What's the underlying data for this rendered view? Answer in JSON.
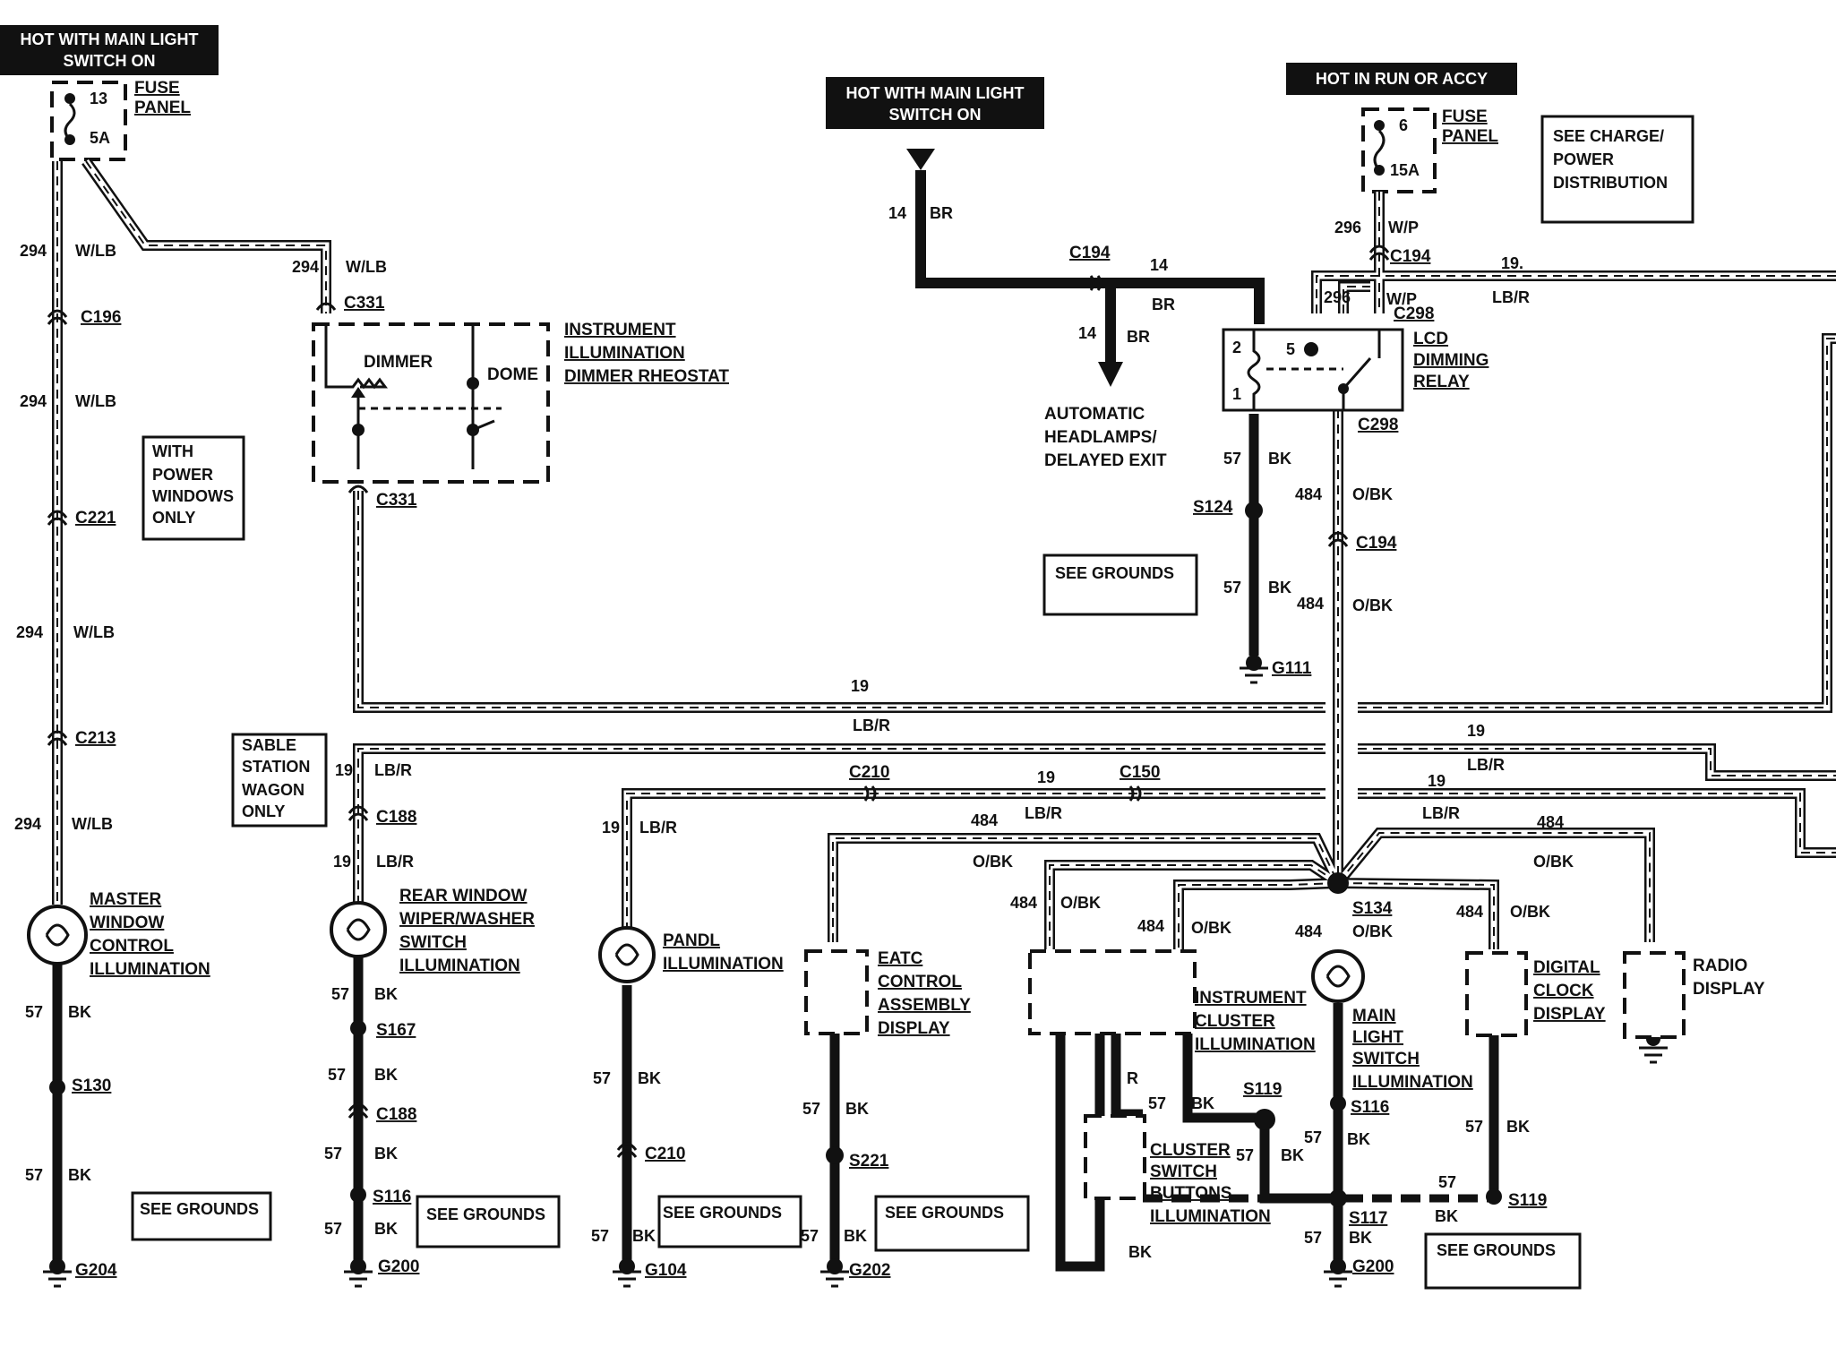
{
  "banners": {
    "hot_main_light_left": [
      "HOT WITH MAIN LIGHT",
      "SWITCH ON"
    ],
    "hot_main_light_center": [
      "HOT WITH MAIN LIGHT",
      "SWITCH ON"
    ],
    "hot_run_accy": "HOT IN RUN OR ACCY"
  },
  "fuses": {
    "left": {
      "number": "13",
      "rating": "5A",
      "label": [
        "FUSE",
        "PANEL"
      ]
    },
    "right": {
      "number": "6",
      "rating": "15A",
      "label": [
        "FUSE",
        "PANEL"
      ]
    }
  },
  "notes": {
    "charge_power": [
      "SEE CHARGE/",
      "POWER",
      "DISTRIBUTION"
    ],
    "power_windows": [
      "WITH",
      "POWER",
      "WINDOWS",
      "ONLY"
    ],
    "sable_wagon": [
      "SABLE",
      "STATION",
      "WAGON",
      "ONLY"
    ],
    "see_grounds": "SEE GROUNDS"
  },
  "components": {
    "dimmer_rheostat": [
      "INSTRUMENT",
      "ILLUMINATION",
      "DIMMER RHEOSTAT"
    ],
    "dimmer": "DIMMER",
    "dome": "DOME",
    "lcd_relay": [
      "LCD",
      "DIMMING",
      "RELAY"
    ],
    "auto_headlamps": [
      "AUTOMATIC",
      "HEADLAMPS/",
      "DELAYED EXIT"
    ],
    "master_window": [
      "MASTER",
      "WINDOW",
      "CONTROL",
      "ILLUMINATION"
    ],
    "rear_wiper": [
      "REAR WINDOW",
      "WIPER/WASHER",
      "SWITCH",
      "ILLUMINATION"
    ],
    "panel_illum": [
      "PANDL",
      "ILLUMINATION"
    ],
    "eatc": [
      "EATC",
      "CONTROL",
      "ASSEMBLY",
      "DISPLAY"
    ],
    "instrument_cluster": [
      "INSTRUMENT",
      "CLUSTER",
      "ILLUMINATION"
    ],
    "main_light_switch": [
      "MAIN",
      "LIGHT",
      "SWITCH",
      "ILLUMINATION"
    ],
    "digital_clock": [
      "DIGITAL",
      "CLOCK",
      "DISPLAY"
    ],
    "radio": [
      "RADIO",
      "DISPLAY"
    ],
    "cluster_buttons": [
      "CLUSTER",
      "SWITCH",
      "BUTTONS",
      "ILLUMINATION"
    ]
  },
  "relay_pins": {
    "pin2": "2",
    "pin5": "5",
    "pin1": "1"
  },
  "connectors": {
    "c196": "C196",
    "c221": "C221",
    "c213": "C213",
    "c331a": "C331",
    "c331b": "C331",
    "c194a": "C194",
    "c194b": "C194",
    "c194c": "C194",
    "c298a": "C298",
    "c298b": "C298",
    "c188a": "C188",
    "c188b": "C188",
    "c210a": "C210",
    "c210b": "C210",
    "c150": "C150",
    "s124": "S124",
    "g111": "G111",
    "s130": "S130",
    "g204": "G204",
    "s167": "S167",
    "s116a": "S116",
    "g200a": "G200",
    "g104": "G104",
    "s221": "S221",
    "g202": "G202",
    "s134": "S134",
    "s119a": "S119",
    "s116b": "S116",
    "s117": "S117",
    "g200b": "G200",
    "s119b": "S119"
  },
  "wires": {
    "w294": "294",
    "wlb": "W/LB",
    "w14": "14",
    "br": "BR",
    "w296": "296",
    "wp": "W/P",
    "w19": "19",
    "w19dot": "19.",
    "lbr": "LB/R",
    "w57": "57",
    "bk": "BK",
    "w484": "484",
    "obk": "O/BK",
    "r": "R"
  }
}
